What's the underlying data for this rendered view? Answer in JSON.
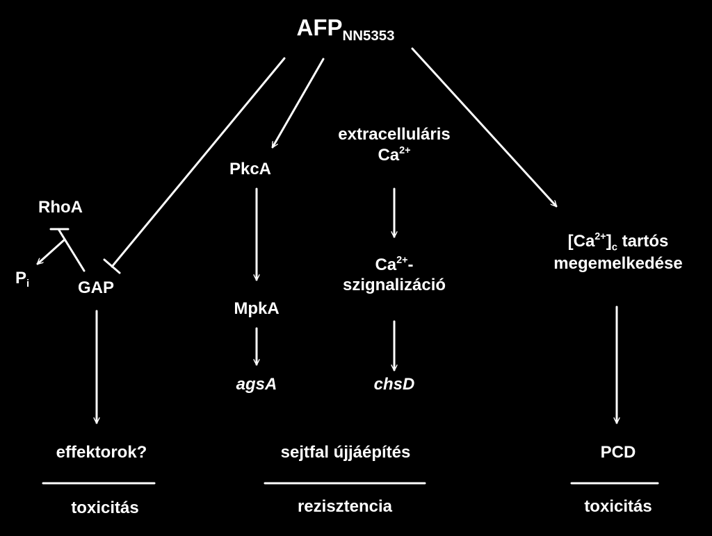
{
  "nodes": {
    "afp": {
      "main": "AFP",
      "sub": "NN5353"
    },
    "pkca": "PkcA",
    "mpka": "MpkA",
    "agsa": "agsA",
    "extracellular": {
      "line1": "extracelluláris",
      "line2_base": "Ca",
      "line2_sup": "2+"
    },
    "ca_signal": {
      "line1_base": "Ca",
      "line1_sup": "2+",
      "line1_suffix": "-",
      "line2": "szignalizáció"
    },
    "chsd": "chsD",
    "ca_cyto": {
      "open": "[Ca",
      "sup": "2+",
      "close": "]",
      "sub": "c",
      "rest": " tartós",
      "line2": "megemelkedése"
    },
    "rhoa": "RhoA",
    "pi": {
      "base": "P",
      "sub": "i"
    },
    "gap": "GAP",
    "effectors": "effektorok?",
    "wall": "sejtfal újjáépítés",
    "pcd": "PCD"
  },
  "outcomes": {
    "left": "toxicitás",
    "middle": "rezisztencia",
    "right": "toxicitás"
  },
  "colors": {
    "background": "#000000",
    "foreground": "#ffffff"
  }
}
